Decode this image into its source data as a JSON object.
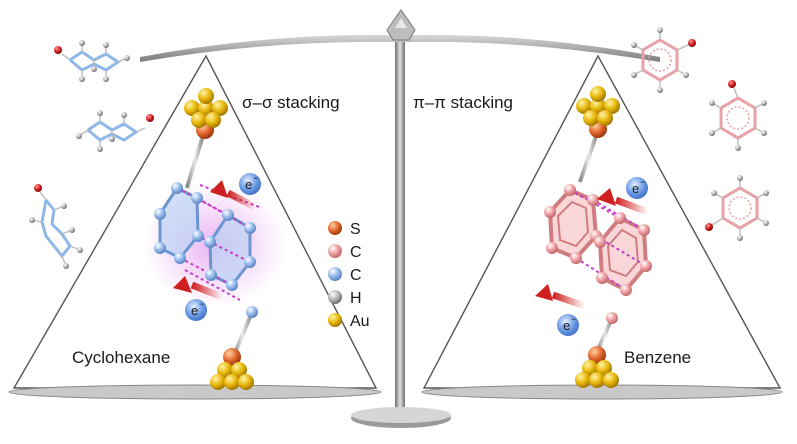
{
  "labels": {
    "left_stacking": "σ–σ stacking",
    "right_stacking": "π–π stacking",
    "left_molecule": "Cyclohexane",
    "right_molecule": "Benzene",
    "electron": "e",
    "electron_sup": "−"
  },
  "legend": [
    {
      "symbol": "S",
      "color": "#c5561c"
    },
    {
      "symbol": "C",
      "color": "#e8a1a6"
    },
    {
      "symbol": "C",
      "color": "#8fb7e8"
    },
    {
      "symbol": "H",
      "color": "#9a9a9a"
    },
    {
      "symbol": "Au",
      "color": "#e0b000"
    }
  ],
  "colors": {
    "gold": "#e9b90c",
    "sulfur": "#e0642a",
    "cyclohexane": "#9cc0ee",
    "benzene": "#f0a7ab",
    "electron": "#5d8fe0",
    "arrow": "#d01f1f",
    "stacking_dots": "#c43dc9",
    "scale": "#8a8a8a"
  },
  "icons": {
    "balance": "balance-scale-icon",
    "gold_cluster": "gold-cluster-icon",
    "electron": "electron-icon",
    "arrow": "electron-transport-arrow-icon"
  }
}
